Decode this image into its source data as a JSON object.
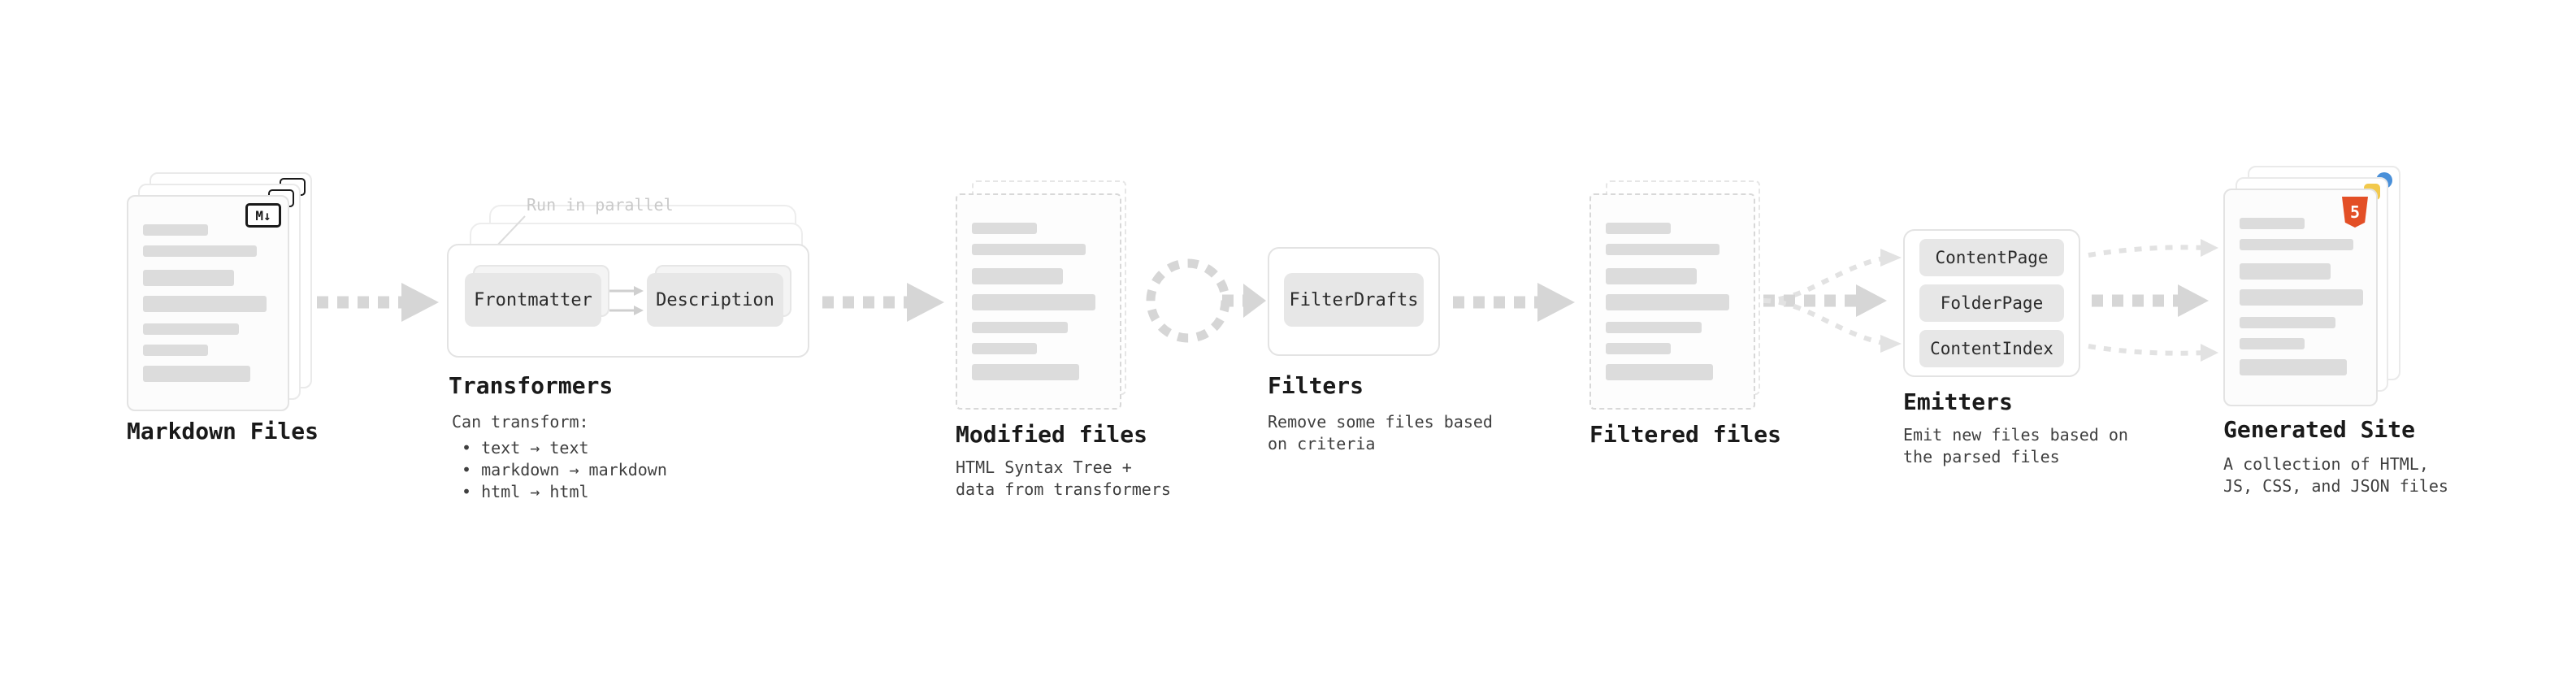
{
  "pipeline": {
    "markdown_files": {
      "title": "Markdown Files",
      "icon_label": "M↓"
    },
    "transformers": {
      "title": "Transformers",
      "parallel_label": "Run in parallel",
      "chips": [
        "Frontmatter",
        "Description"
      ],
      "heading": "Can transform:",
      "bullets": [
        "• text → text",
        "• markdown → markdown",
        "• html → html"
      ]
    },
    "modified_files": {
      "title": "Modified files",
      "description": "HTML Syntax Tree +\ndata from transformers"
    },
    "filters": {
      "title": "Filters",
      "chips": [
        "FilterDrafts"
      ],
      "description": "Remove some files based\non criteria"
    },
    "filtered_files": {
      "title": "Filtered files"
    },
    "emitters": {
      "title": "Emitters",
      "chips": [
        "ContentPage",
        "FolderPage",
        "ContentIndex"
      ],
      "description": "Emit new files based on\nthe parsed files"
    },
    "generated_site": {
      "title": "Generated Site",
      "description": "A collection of HTML,\nJS, CSS, and JSON files",
      "icon_label": "5"
    }
  },
  "colors": {
    "background": "#ffffff",
    "card_bg": "#fcfcfc",
    "card_border": "#e3e3e3",
    "dashed_border": "#d8d8d8",
    "placeholder_line": "#dcdcdc",
    "arrow": "#d6d6d6",
    "arrow_light": "#e2e2e2",
    "chip_bg": "#e7e7e7",
    "chip_ghost_border": "#e6e6e6",
    "title_text": "#1a1a1a",
    "body_text": "#3f3f3f",
    "muted_label": "#c9c9c9",
    "markdown_icon": "#1a1a1a",
    "html5_orange": "#e34f26",
    "badge_blue": "#4a90d9",
    "badge_yellow": "#f2c94c"
  }
}
